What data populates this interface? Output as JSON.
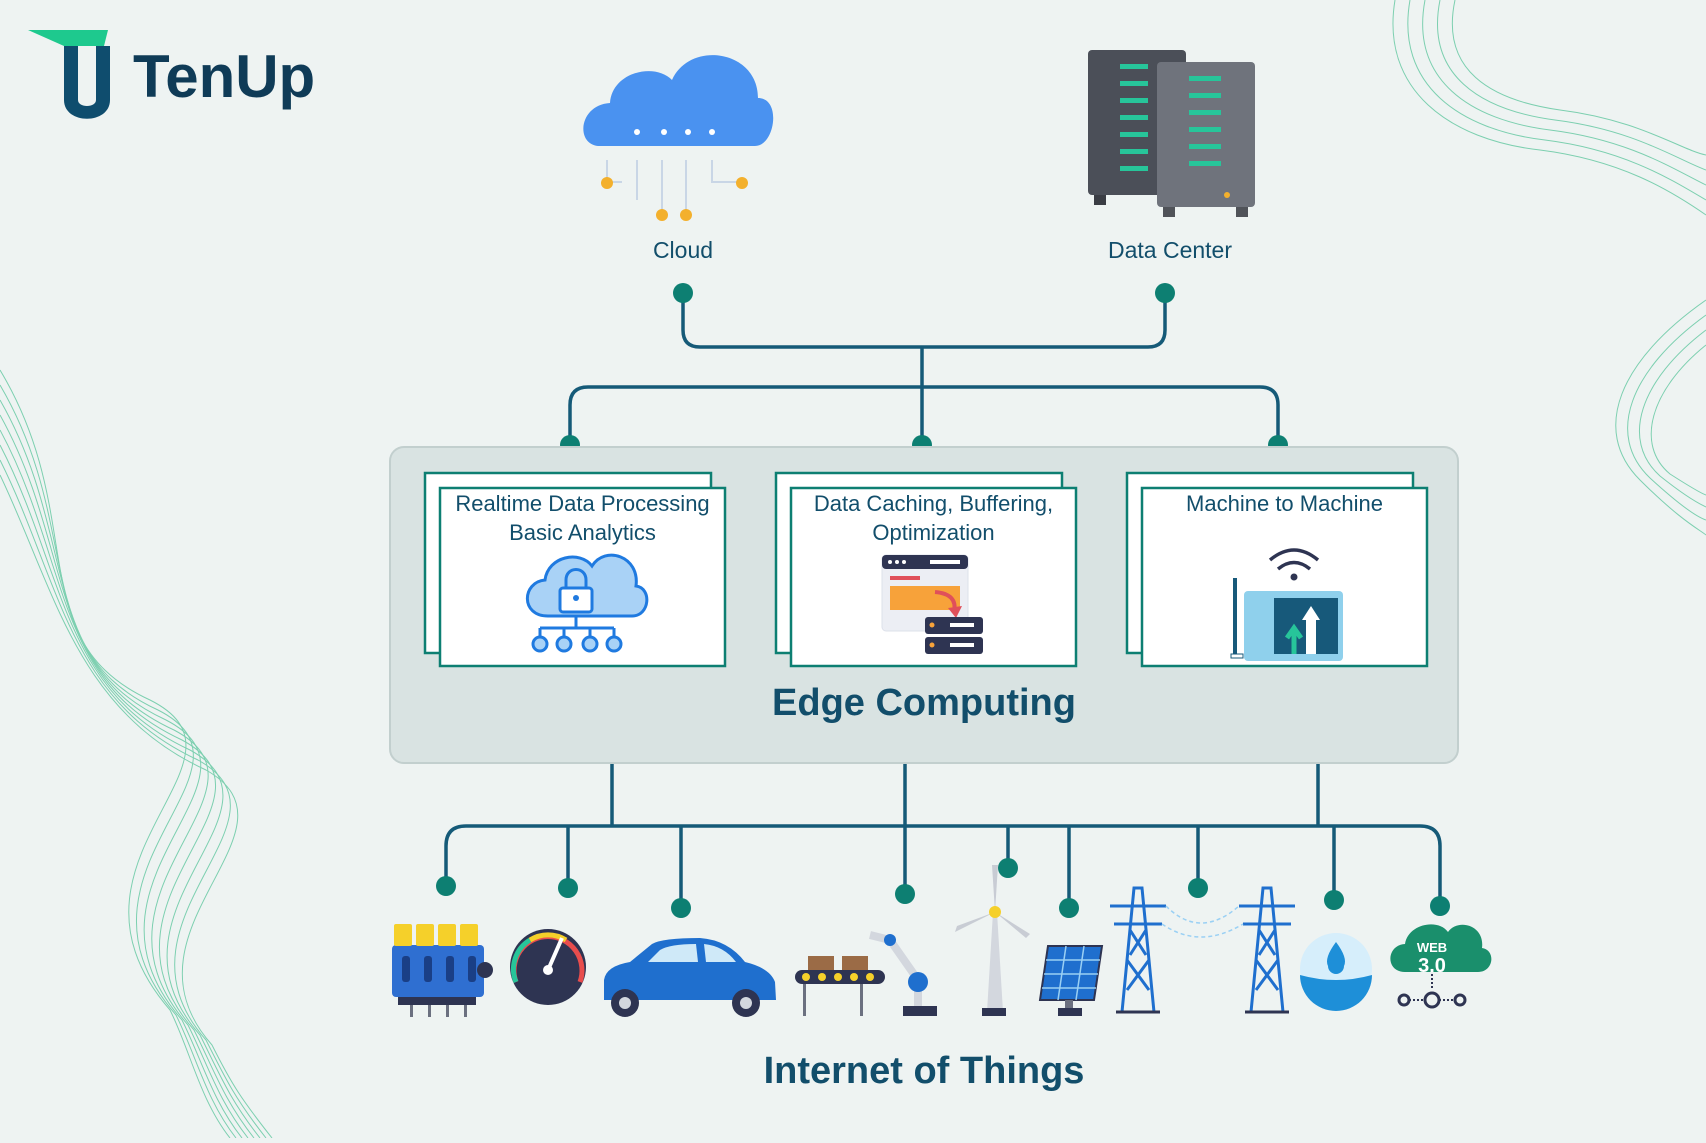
{
  "brand": {
    "name": "TenUp"
  },
  "top_nodes": {
    "cloud_label": "Cloud",
    "datacenter_label": "Data Center"
  },
  "edge": {
    "title": "Edge Computing",
    "cards": [
      {
        "line1": "Realtime Data Processing",
        "line2": "Basic Analytics",
        "icon": "cloud-lock-icon"
      },
      {
        "line1": "Data Caching, Buffering,",
        "line2": "Optimization",
        "icon": "cache-server-icon"
      },
      {
        "line1": "Machine to Machine",
        "line2": "",
        "icon": "m2m-wifi-icon"
      }
    ]
  },
  "iot": {
    "title": "Internet of Things",
    "devices": [
      "engine-icon",
      "speedometer-icon",
      "car-icon",
      "robot-arm-conveyor-icon",
      "wind-turbine-icon",
      "solar-panel-icon",
      "power-tower-icon",
      "power-tower-icon",
      "water-drop-icon",
      "web3-cloud-icon"
    ],
    "web3_text": {
      "top": "WEB",
      "bottom": "3.0"
    }
  },
  "colors": {
    "background": "#eef3f2",
    "line": "#155a78",
    "node": "#0d7f72",
    "text": "#124e6b",
    "accent_green": "#17c28f"
  }
}
